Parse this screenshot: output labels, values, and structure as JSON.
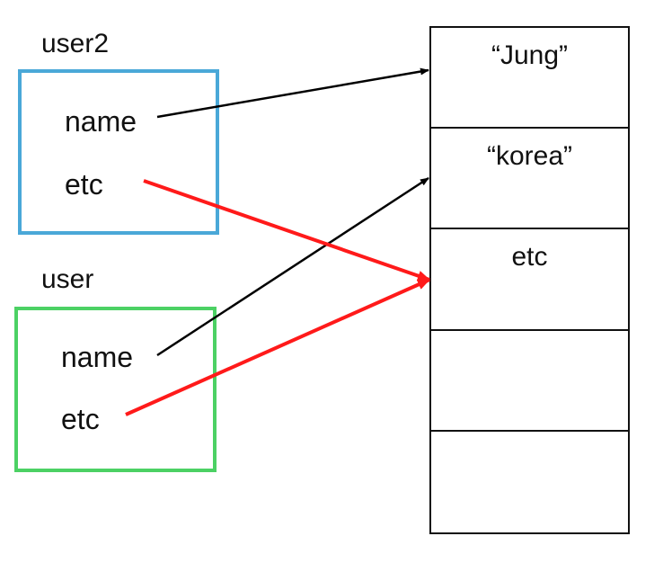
{
  "objects": [
    {
      "id": "user2",
      "label": "user2",
      "border_color": "#4aa8d8",
      "fields": [
        "name",
        "etc"
      ]
    },
    {
      "id": "user",
      "label": "user",
      "border_color": "#4cd164",
      "fields": [
        "name",
        "etc"
      ]
    }
  ],
  "memory_cells": [
    "“Jung”",
    "“korea”",
    "etc",
    "",
    ""
  ],
  "arrows": [
    {
      "from": "user2.name",
      "to_cell": 0,
      "color": "#000000"
    },
    {
      "from": "user2.etc",
      "to_cell": 2,
      "color": "#ff1a1a"
    },
    {
      "from": "user.name",
      "to_cell": 1,
      "color": "#000000"
    },
    {
      "from": "user.etc",
      "to_cell": 2,
      "color": "#ff1a1a"
    }
  ]
}
